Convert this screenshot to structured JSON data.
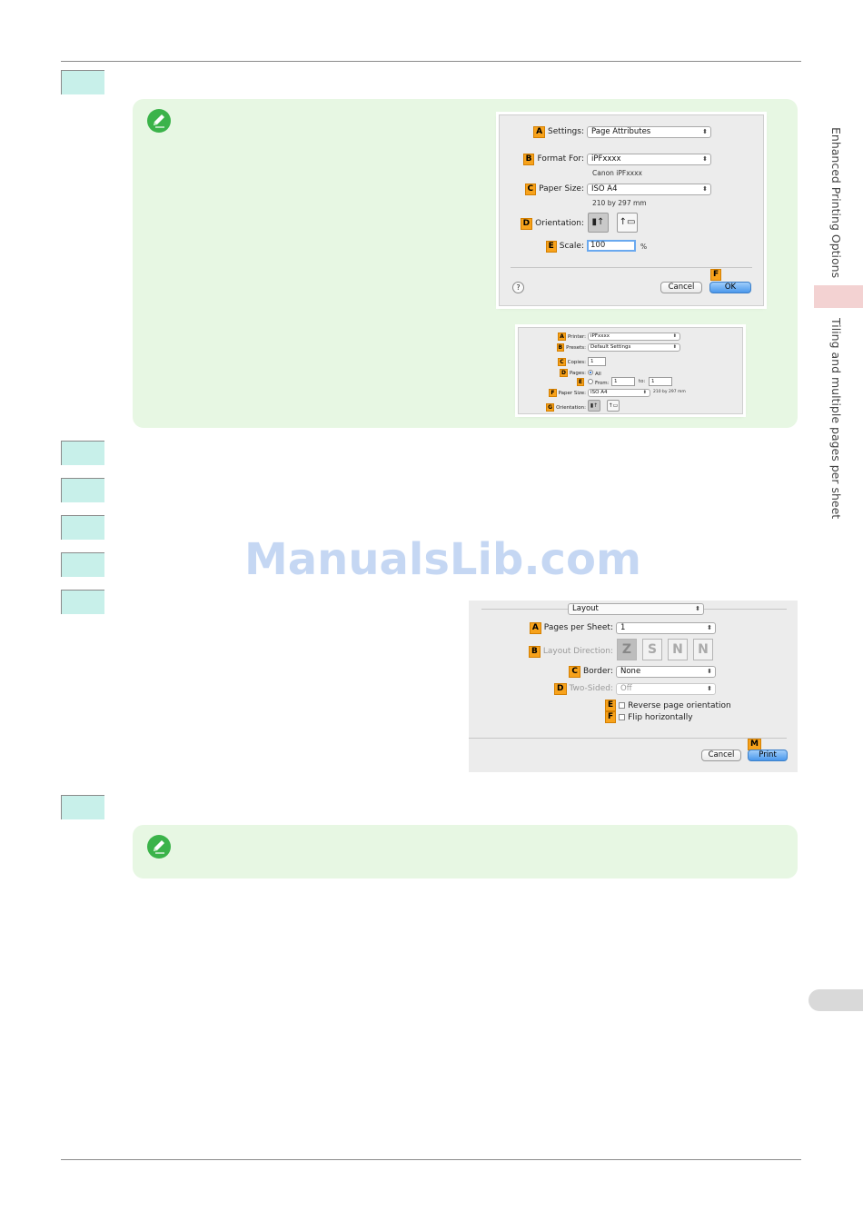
{
  "side_tabs": {
    "section": "Enhanced Printing Options",
    "subsection": "Tiling and multiple pages per sheet"
  },
  "watermark": "ManualsLib.com",
  "page_setup_dialog": {
    "settings": {
      "badge": "A",
      "label": "Settings:",
      "value": "Page Attributes"
    },
    "format_for": {
      "badge": "B",
      "label": "Format For:",
      "value": "iPFxxxx",
      "sub": "Canon iPFxxxx"
    },
    "paper_size": {
      "badge": "C",
      "label": "Paper Size:",
      "value": "ISO A4",
      "sub": "210 by 297 mm"
    },
    "orientation": {
      "badge": "D",
      "label": "Orientation:"
    },
    "scale": {
      "badge": "E",
      "label": "Scale:",
      "value": "100",
      "unit": "%"
    },
    "ok_badge": "F",
    "help": "?",
    "cancel": "Cancel",
    "ok": "OK"
  },
  "print_dialog_small": {
    "printer": {
      "badge": "A",
      "label": "Printer:",
      "value": "iPFxxxx"
    },
    "presets": {
      "badge": "B",
      "label": "Presets:",
      "value": "Default Settings"
    },
    "copies": {
      "badge": "C",
      "label": "Copies:",
      "value": "1"
    },
    "pages": {
      "badge": "D",
      "label": "Pages:",
      "all": "All"
    },
    "from": {
      "badge": "E",
      "label": "From:",
      "from_value": "1",
      "to_label": "to:",
      "to_value": "1"
    },
    "paper_size": {
      "badge": "F",
      "label": "Paper Size:",
      "value": "ISO A4",
      "sub": "210 by 297 mm"
    },
    "orientation": {
      "badge": "G",
      "label": "Orientation:"
    }
  },
  "layout_dialog": {
    "panel": "Layout",
    "pages_per_sheet": {
      "badge": "A",
      "label": "Pages per Sheet:",
      "value": "1"
    },
    "layout_direction": {
      "badge": "B",
      "label": "Layout Direction:",
      "options": [
        "Z",
        "S",
        "N",
        "N"
      ]
    },
    "border": {
      "badge": "C",
      "label": "Border:",
      "value": "None"
    },
    "two_sided": {
      "badge": "D",
      "label": "Two-Sided:",
      "value": "Off"
    },
    "reverse": {
      "badge": "E",
      "label": "Reverse page orientation"
    },
    "flip": {
      "badge": "F",
      "label": "Flip horizontally"
    },
    "print_badge": "M",
    "cancel": "Cancel",
    "print": "Print"
  }
}
